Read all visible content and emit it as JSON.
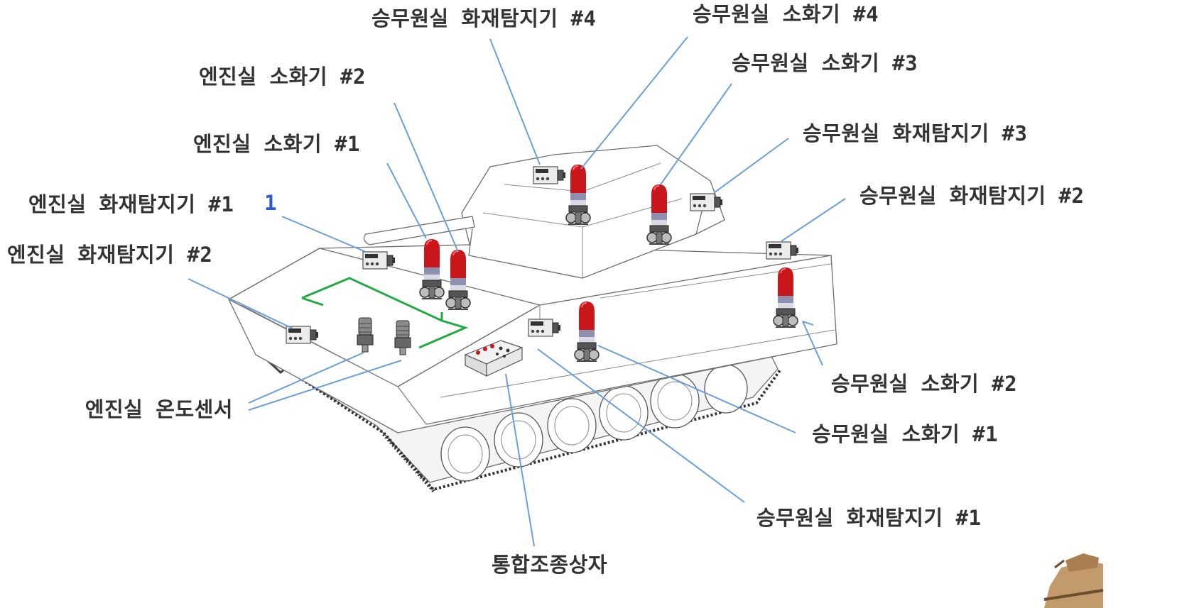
{
  "labels": {
    "crew_detector_4": "승무원실 화재탐지기 #4",
    "crew_extinguisher_4": "승무원실 소화기 #4",
    "crew_extinguisher_3": "승무원실 소화기 #3",
    "crew_detector_3": "승무원실 화재탐지기 #3",
    "crew_detector_2": "승무원실 화재탐지기 #2",
    "engine_extinguisher_2": "엔진실 소화기 #2",
    "engine_extinguisher_1": "엔진실 소화기 #1",
    "engine_detector_1": "엔진실 화재탐지기 #1",
    "engine_detector_1_suffix": "1",
    "engine_detector_2": "엔진실 화재탐지기 #2",
    "engine_temp_sensor": "엔진실 온도센서",
    "crew_extinguisher_2": "승무원실 소화기 #2",
    "crew_extinguisher_1": "승무원실 소화기 #1",
    "crew_detector_1": "승무원실 화재탐지기 #1",
    "control_box": "통합조종상자"
  },
  "colors": {
    "label_text": "#333333",
    "leader_line": "#6a9fd9",
    "extinguisher_red": "#c8161b",
    "extinguisher_band": "#8f8fb0",
    "sensor_wire": "#22aa44",
    "hull_outline": "#6e6e6e",
    "suffix_mark": "#2a5bd7"
  }
}
